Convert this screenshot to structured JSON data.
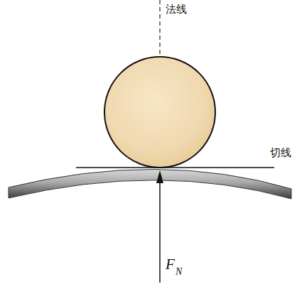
{
  "diagram": {
    "labels": [
      "法线",
      "切线",
      "F",
      "N"
    ]
  }
}
